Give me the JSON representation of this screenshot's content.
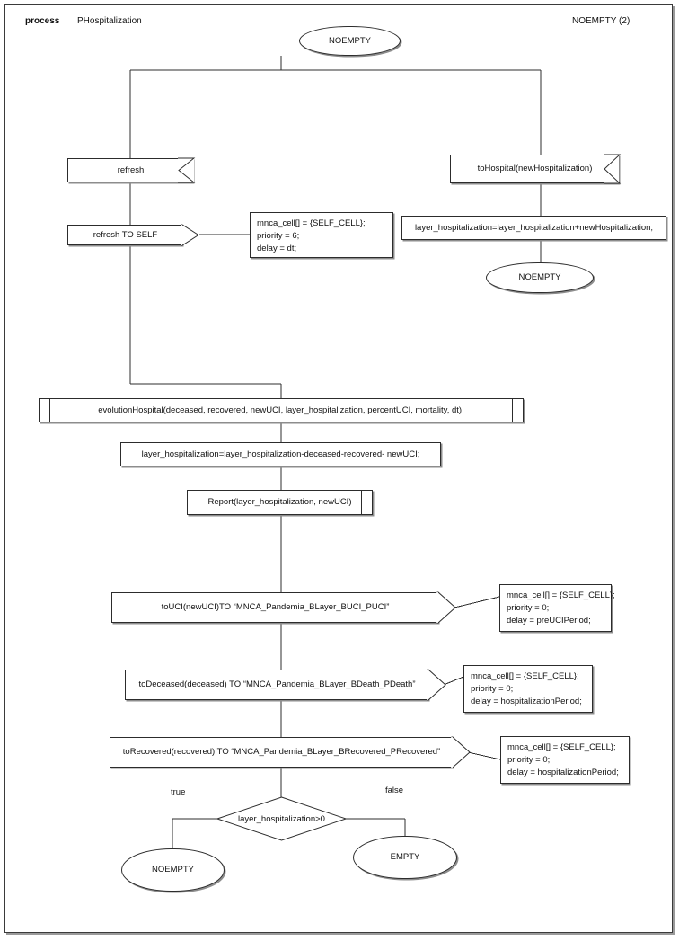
{
  "header": {
    "keyword": "process",
    "process_name": "PHospitalization",
    "state_ref": "NOEMPTY (2)"
  },
  "nodes": {
    "start_state": "NOEMPTY",
    "recv_refresh": "refresh",
    "send_refresh_self": "refresh TO SELF",
    "recv_to_hospital": "toHospital(newHospitalization)",
    "proc_add_hosp": "layer_hospitalization=layer_hospitalization+newHospitalization;",
    "state_noempty_right": "NOEMPTY",
    "subr_evolution": "evolutionHospital(deceased, recovered, newUCI, layer_hospitalization, percentUCI, mortality, dt);",
    "proc_subtract": "layer_hospitalization=layer_hospitalization-deceased-recovered- newUCI;",
    "subr_report": "Report(layer_hospitalization, newUCI)",
    "send_uci": "toUCI(newUCI)TO “MNCA_Pandemia_BLayer_BUCI_PUCI”",
    "send_deceased": "toDeceased(deceased) TO “MNCA_Pandemia_BLayer_BDeath_PDeath”",
    "send_recovered": "toRecovered(recovered) TO “MNCA_Pandemia_BLayer_BRecovered_PRecovered”",
    "decision_condition": "layer_hospitalization>0",
    "state_noempty_end": "NOEMPTY",
    "state_empty_end": "EMPTY"
  },
  "edge_labels": {
    "true": "true",
    "false": "false"
  },
  "notes": {
    "refresh_self": "mnca_cell[] = {SELF_CELL};\npriority = 6;\ndelay = dt;",
    "uci": "mnca_cell[] = {SELF_CELL};\npriority = 0;\ndelay = preUCIPeriod;",
    "deceased": "mnca_cell[] = {SELF_CELL};\npriority = 0;\ndelay = hospitalizationPeriod;",
    "recovered": "mnca_cell[] = {SELF_CELL};\npriority = 0;\ndelay = hospitalizationPeriod;"
  },
  "colors": {
    "stroke": "#2c2c2c",
    "shadow": "#8d8d8d",
    "text": "#111111",
    "background": "#ffffff"
  }
}
